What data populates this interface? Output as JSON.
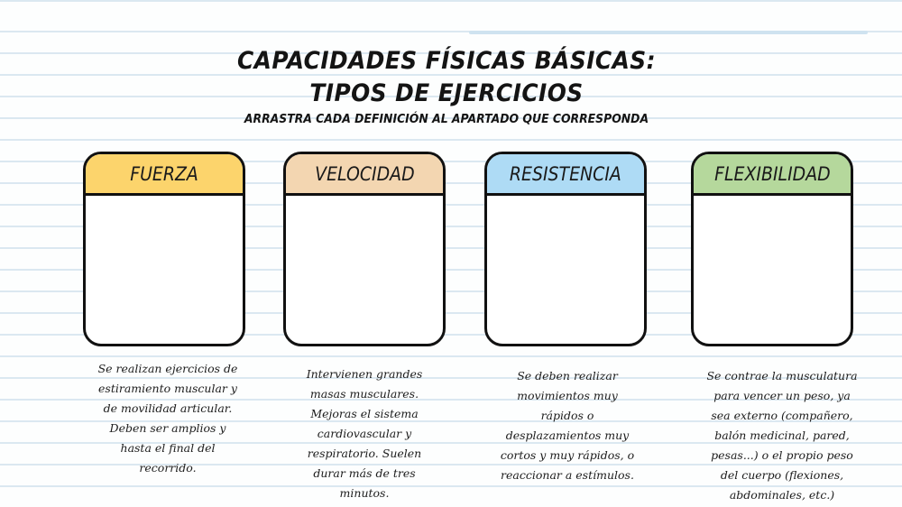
{
  "header": {
    "title": "CAPACIDADES FÍSICAS BÁSICAS: TIPOS DE EJERCICIOS",
    "instruction": "ARRASTRA CADA DEFINICIÓN AL APARTADO QUE CORRESPONDA"
  },
  "colors": {
    "fuerza": "#fcd46c",
    "velocidad": "#f3d6b1",
    "resistencia": "#aedbf5",
    "flexibilidad": "#b5d89c"
  },
  "categories": [
    {
      "label": "FUERZA"
    },
    {
      "label": "VELOCIDAD"
    },
    {
      "label": "RESISTENCIA"
    },
    {
      "label": "FLEXIBILIDAD"
    }
  ],
  "definitions": [
    {
      "text": "Se realizan ejercicios de estiramiento muscular y de movilidad articular. Deben ser amplios y hasta el final del recorrido."
    },
    {
      "text": "Intervienen grandes masas musculares. Mejoras el sistema cardiovascular y respiratorio. Suelen durar más de tres minutos."
    },
    {
      "text": "Se deben realizar movimientos muy rápidos o desplazamientos muy cortos y muy rápidos, o reaccionar a estímulos."
    },
    {
      "text": "Se contrae la musculatura para vencer un peso, ya sea externo (compañero, balón medicinal, pared, pesas...) o el propio peso del cuerpo (flexiones, abdominales, etc.)"
    }
  ]
}
